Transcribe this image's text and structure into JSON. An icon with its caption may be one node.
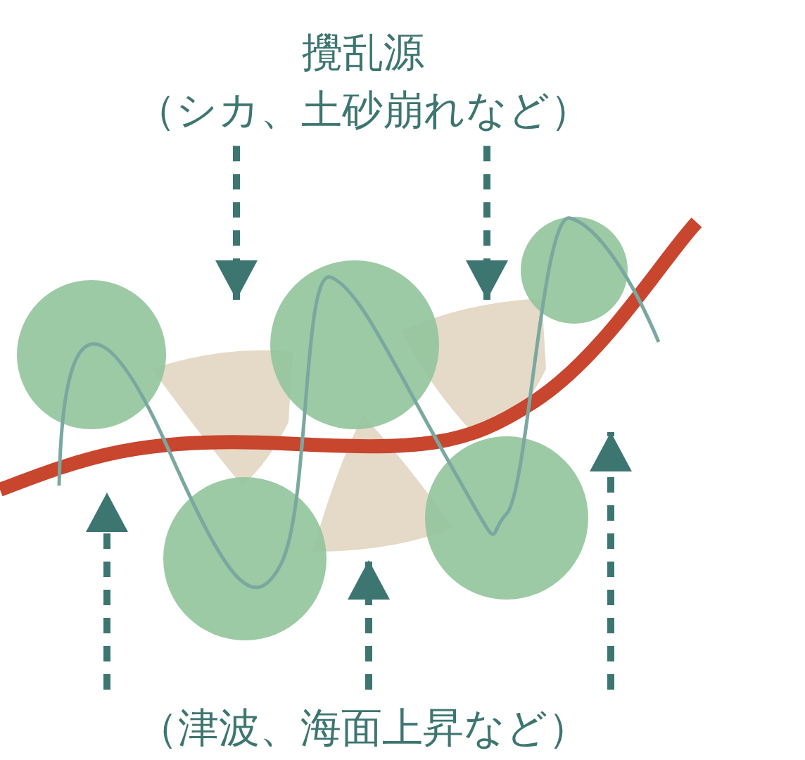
{
  "diagram": {
    "nodes": [
      {
        "text": [
          "攪乱源",
          "（シカ、土砂崩れなど）"
        ]
      },
      {
        "text": [
          "（津波、海面上昇など）"
        ]
      }
    ],
    "edges": [
      {
        "from": 0,
        "to": null,
        "arrow": "to",
        "style": "dashed"
      },
      {
        "from": 0,
        "to": null,
        "arrow": "to",
        "style": "dashed"
      },
      {
        "from": 1,
        "to": null,
        "arrow": "to",
        "style": "dashed"
      },
      {
        "from": 1,
        "to": null,
        "arrow": "to",
        "style": "dashed"
      },
      {
        "from": 1,
        "to": null,
        "arrow": "to",
        "style": "dashed"
      }
    ]
  }
}
